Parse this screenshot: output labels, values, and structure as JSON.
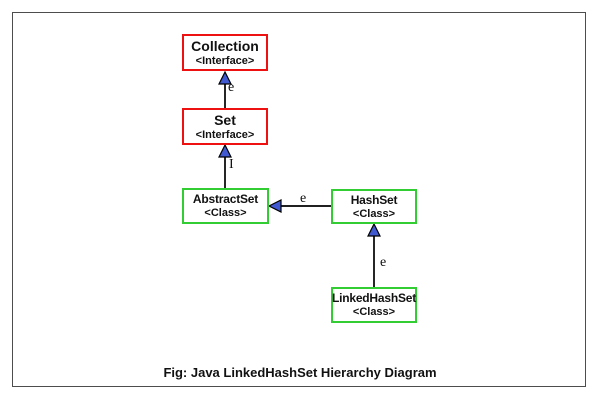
{
  "diagram": {
    "caption": "Fig: Java LinkedHashSet Hierarchy Diagram",
    "colors": {
      "interface_border": "#ee1111",
      "class_border": "#32cd32",
      "arrowhead_fill": "#4059d0",
      "edge_line": "#000000",
      "frame_border": "#4d4d4d",
      "text": "#111111"
    },
    "nodes": [
      {
        "id": "collection",
        "title": "Collection",
        "subtitle": "<Interface>",
        "kind": "interface"
      },
      {
        "id": "set",
        "title": "Set",
        "subtitle": "<Interface>",
        "kind": "interface"
      },
      {
        "id": "abstractset",
        "title": "AbstractSet",
        "subtitle": "<Class>",
        "kind": "class"
      },
      {
        "id": "hashset",
        "title": "HashSet",
        "subtitle": "<Class>",
        "kind": "class"
      },
      {
        "id": "linkedhashset",
        "title": "LinkedHashSet",
        "subtitle": "<Class>",
        "kind": "class"
      }
    ],
    "edges": [
      {
        "from": "Set",
        "to": "Collection",
        "label": "e"
      },
      {
        "from": "AbstractSet",
        "to": "Set",
        "label": "I"
      },
      {
        "from": "HashSet",
        "to": "AbstractSet",
        "label": "e"
      },
      {
        "from": "LinkedHashSet",
        "to": "HashSet",
        "label": "e"
      }
    ]
  }
}
